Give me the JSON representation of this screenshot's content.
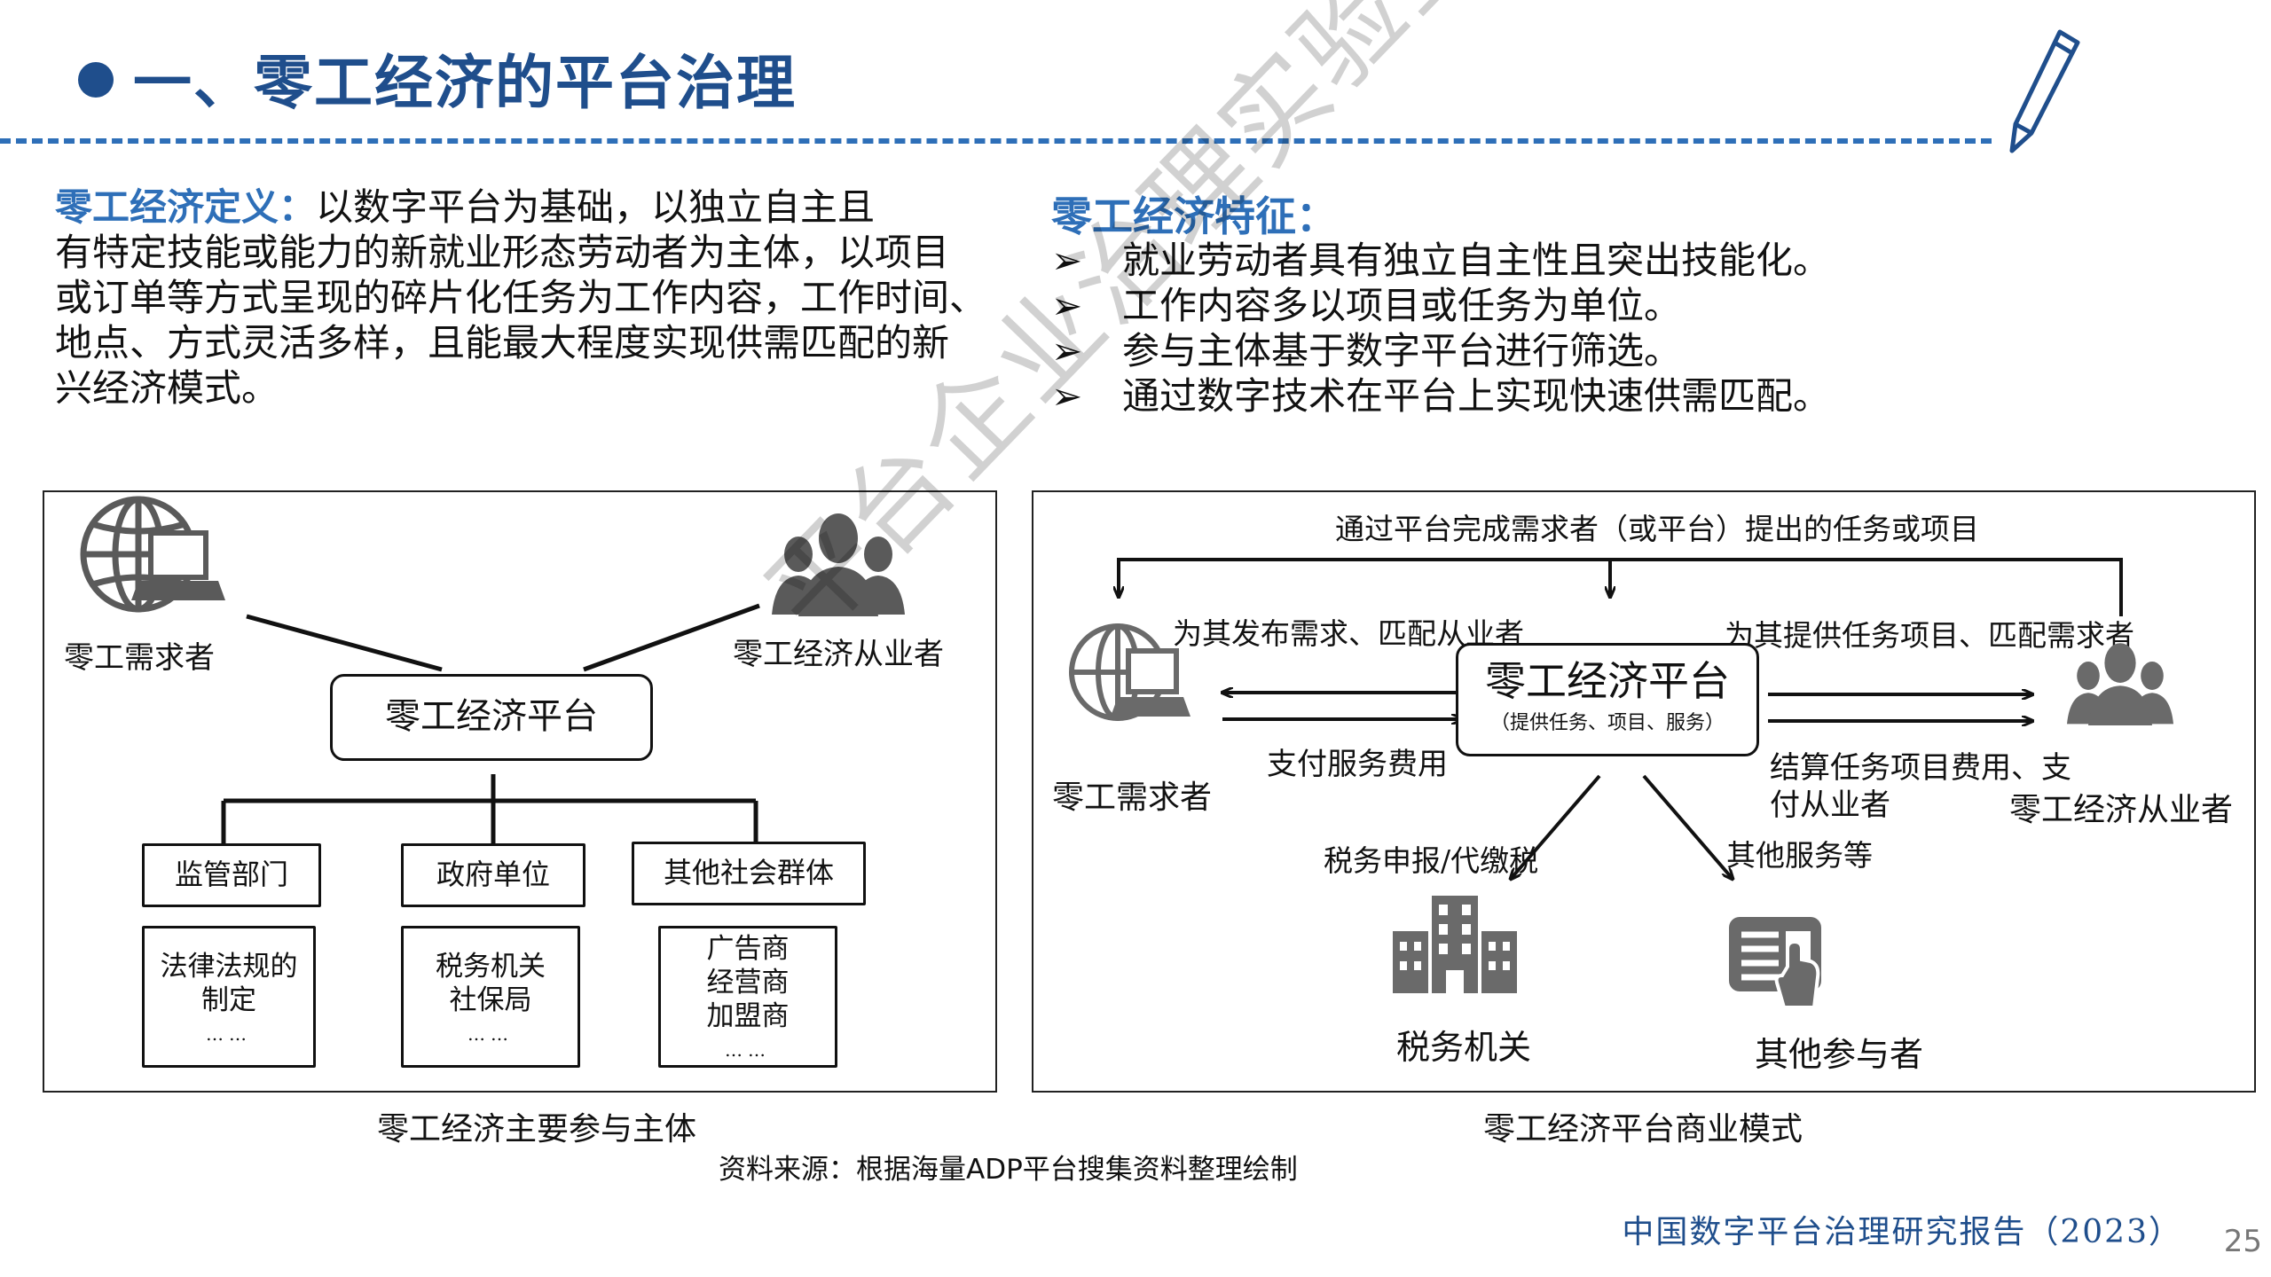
{
  "header": {
    "title": "一、零工经济的平台治理"
  },
  "definition": {
    "label": "零工经济定义：",
    "lines": [
      "以数字平台为基础，以独立自主且",
      "有特定技能或能力的新就业形态劳动者为主体，以项目",
      "或订单等方式呈现的碎片化任务为工作内容，工作时间、",
      "地点、方式灵活多样，且能最大程度实现供需匹配的新",
      "兴经济模式。"
    ]
  },
  "features": {
    "title": "零工经济特征：",
    "items": [
      "就业劳动者具有独立自主性且突出技能化。",
      "工作内容多以项目或任务为单位。",
      "参与主体基于数字平台进行筛选。",
      "通过数字技术在平台上实现快速供需匹配。"
    ]
  },
  "left_diagram": {
    "demander": "零工需求者",
    "worker": "零工经济从业者",
    "platform": "零工经济平台",
    "groups": [
      "监管部门",
      "政府单位",
      "其他社会群体"
    ],
    "details": [
      [
        "法律法规的",
        "制定",
        "……"
      ],
      [
        "税务机关",
        "社保局",
        "……"
      ],
      [
        "广告商",
        "经营商",
        "加盟商",
        "……"
      ]
    ],
    "caption": "零工经济主要参与主体"
  },
  "right_diagram": {
    "top_flow": "通过平台完成需求者（或平台）提出的任务或项目",
    "left_top": "为其发布需求、匹配从业者",
    "right_top": "为其提供任务项目、匹配需求者",
    "platform": "零工经济平台",
    "platform_sub": "（提供任务、项目、服务）",
    "demander": "零工需求者",
    "worker": "零工经济从业者",
    "pay": "支付服务费用",
    "settle_1": "结算任务项目费用、支",
    "settle_2": "付从业者",
    "tax_flow": "税务申报/代缴税",
    "other_flow": "其他服务等",
    "tax_org": "税务机关",
    "others": "其他参与者",
    "caption": "零工经济平台商业模式"
  },
  "source": "资料来源：根据海量ADP平台搜集资料整理绘制",
  "watermark": "平台企业治理实验室",
  "footer": {
    "report": "中国数字平台治理研究报告（2023）",
    "page": "25"
  },
  "colors": {
    "title": "#1f4e8c",
    "accent": "#2e6fb8",
    "icon": "#5a5a5a"
  }
}
